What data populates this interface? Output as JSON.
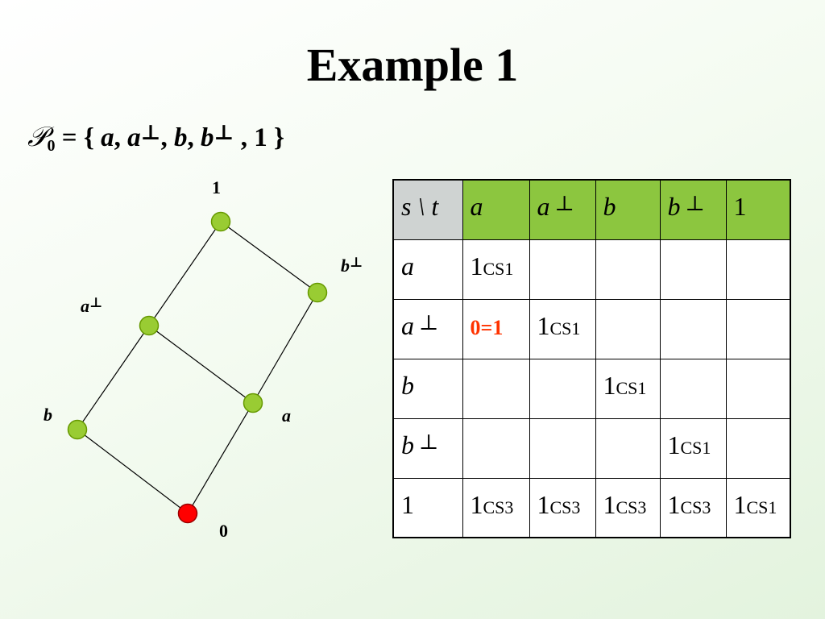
{
  "title": "Example 1",
  "set_line": {
    "script_symbol": "𝒫",
    "subscript": "0",
    "prefix": " = { ",
    "elements": [
      "a",
      "a",
      "b",
      "b",
      "1"
    ],
    "perp": "⊥",
    "close": " }"
  },
  "lattice": {
    "labels": {
      "top": "1",
      "bottom": "0",
      "a": "a",
      "a_perp": "a",
      "b": "b",
      "b_perp": "b",
      "perp": "⊥"
    },
    "colors": {
      "node": "#99cc33",
      "node_stroke": "#669900",
      "bottom_node": "#ff0000",
      "bottom_stroke": "#990000",
      "edge": "#000000"
    }
  },
  "table": {
    "corner": "s \\ t",
    "headers": [
      "a",
      "a",
      "b",
      "b",
      "1"
    ],
    "header_perp": [
      false,
      true,
      false,
      true,
      false
    ],
    "rows": [
      {
        "label": "a",
        "perp": false,
        "cells": [
          {
            "main": "1",
            "sub": "CS1"
          },
          {
            "main": "",
            "sub": ""
          },
          {
            "main": "",
            "sub": ""
          },
          {
            "main": "",
            "sub": ""
          },
          {
            "main": "",
            "sub": ""
          }
        ]
      },
      {
        "label": "a",
        "perp": true,
        "cells": [
          {
            "main": "0=1",
            "sub": "",
            "red": true
          },
          {
            "main": "1",
            "sub": "CS1"
          },
          {
            "main": "",
            "sub": ""
          },
          {
            "main": "",
            "sub": ""
          },
          {
            "main": "",
            "sub": ""
          }
        ]
      },
      {
        "label": "b",
        "perp": false,
        "cells": [
          {
            "main": "",
            "sub": ""
          },
          {
            "main": "",
            "sub": ""
          },
          {
            "main": "1",
            "sub": "CS1"
          },
          {
            "main": "",
            "sub": ""
          },
          {
            "main": "",
            "sub": ""
          }
        ]
      },
      {
        "label": "b",
        "perp": true,
        "cells": [
          {
            "main": "",
            "sub": ""
          },
          {
            "main": "",
            "sub": ""
          },
          {
            "main": "",
            "sub": ""
          },
          {
            "main": "1",
            "sub": "CS1"
          },
          {
            "main": "",
            "sub": ""
          }
        ]
      },
      {
        "label": "1",
        "perp": false,
        "cells": [
          {
            "main": "1",
            "sub": "CS3"
          },
          {
            "main": "1",
            "sub": "CS3"
          },
          {
            "main": "1",
            "sub": "CS3"
          },
          {
            "main": "1",
            "sub": "CS3"
          },
          {
            "main": "1",
            "sub": "CS1"
          }
        ]
      }
    ],
    "colors": {
      "header": "#8cc63f",
      "corner": "#cfd3d2",
      "red_text": "#ff3300"
    }
  }
}
